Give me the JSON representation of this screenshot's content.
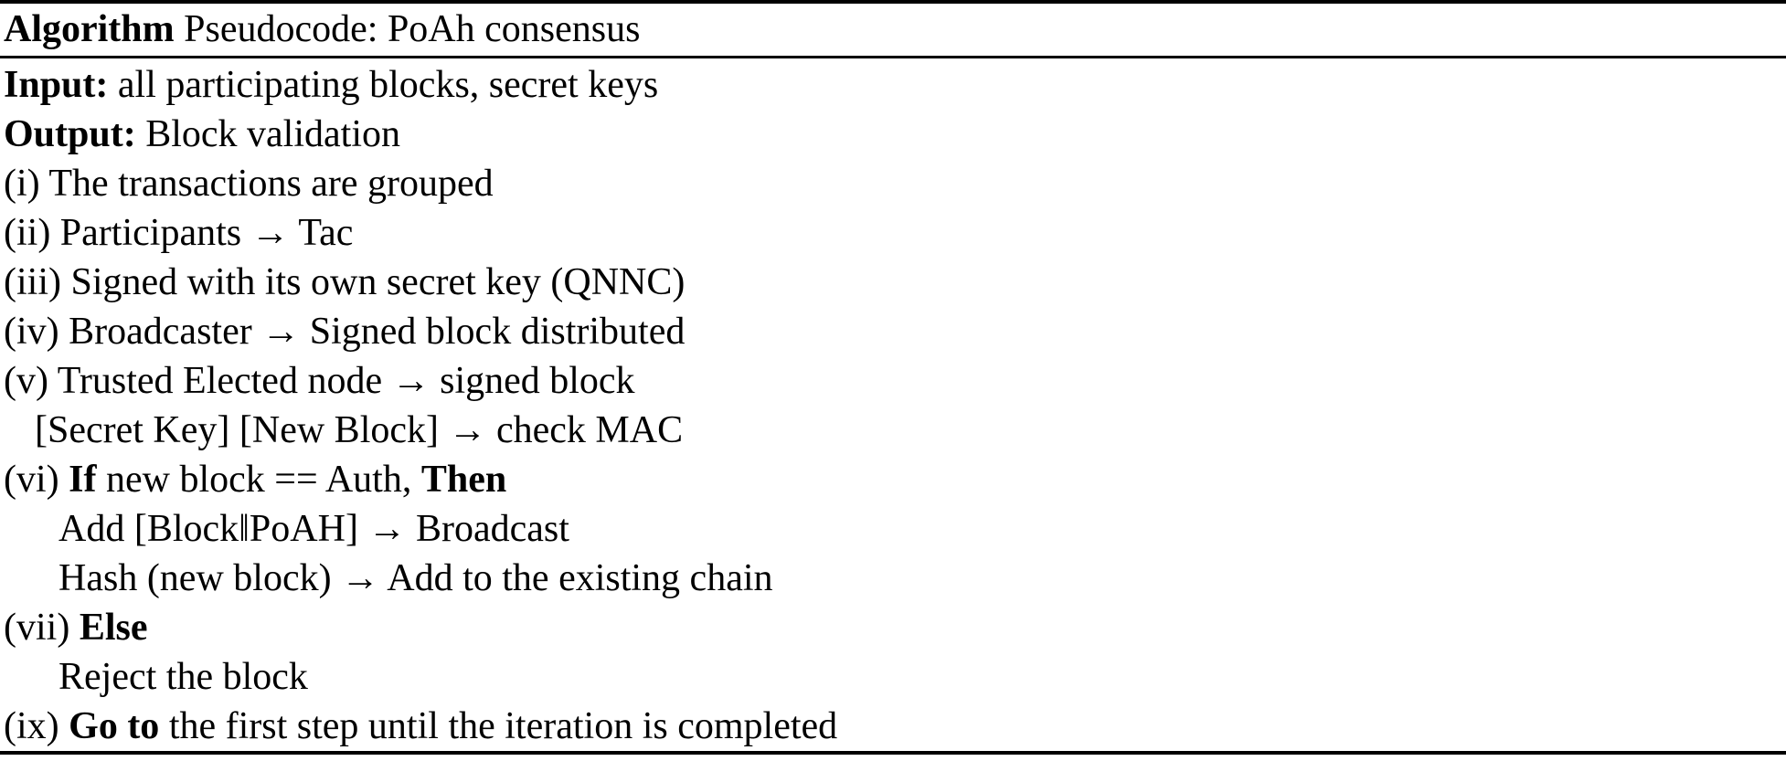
{
  "algorithm": {
    "header": {
      "keyword": "Algorithm",
      "title": " Pseudocode: PoAh consensus"
    },
    "lines": [
      {
        "indent": 0,
        "parts": [
          {
            "t": "Input:",
            "b": true
          },
          {
            "t": " all participating blocks, secret keys",
            "b": false
          }
        ]
      },
      {
        "indent": 0,
        "parts": [
          {
            "t": "Output:",
            "b": true
          },
          {
            "t": " Block validation",
            "b": false
          }
        ]
      },
      {
        "indent": 0,
        "parts": [
          {
            "t": "(i) The transactions are grouped",
            "b": false
          }
        ]
      },
      {
        "indent": 0,
        "parts": [
          {
            "t": "(ii) Participants → Tac",
            "b": false
          }
        ]
      },
      {
        "indent": 0,
        "parts": [
          {
            "t": "(iii) Signed with its own secret key (QNNC)",
            "b": false
          }
        ]
      },
      {
        "indent": 0,
        "parts": [
          {
            "t": "(iv) Broadcaster → Signed block distributed",
            "b": false
          }
        ]
      },
      {
        "indent": 0,
        "parts": [
          {
            "t": "(v) Trusted Elected node → signed block",
            "b": false
          }
        ]
      },
      {
        "indent": 1,
        "parts": [
          {
            "t": "[Secret Key] [New Block] → check MAC",
            "b": false
          }
        ]
      },
      {
        "indent": 0,
        "parts": [
          {
            "t": "(vi) ",
            "b": false
          },
          {
            "t": "If",
            "b": true
          },
          {
            "t": " new block == Auth, ",
            "b": false
          },
          {
            "t": "Then",
            "b": true
          }
        ]
      },
      {
        "indent": 2,
        "parts": [
          {
            "t": "Add [Block‖PoAH] → Broadcast",
            "b": false
          }
        ]
      },
      {
        "indent": 2,
        "parts": [
          {
            "t": "Hash (new block) → Add to the existing chain",
            "b": false
          }
        ]
      },
      {
        "indent": 0,
        "parts": [
          {
            "t": "(vii) ",
            "b": false
          },
          {
            "t": "Else",
            "b": true
          }
        ]
      },
      {
        "indent": 2,
        "parts": [
          {
            "t": "Reject the block",
            "b": false
          }
        ]
      },
      {
        "indent": 0,
        "parts": [
          {
            "t": "(ix) ",
            "b": false
          },
          {
            "t": "Go to",
            "b": true
          },
          {
            "t": " the first step until the iteration is completed",
            "b": false
          }
        ]
      }
    ],
    "colors": {
      "text": "#000000",
      "background": "#ffffff",
      "rule": "#000000"
    }
  }
}
